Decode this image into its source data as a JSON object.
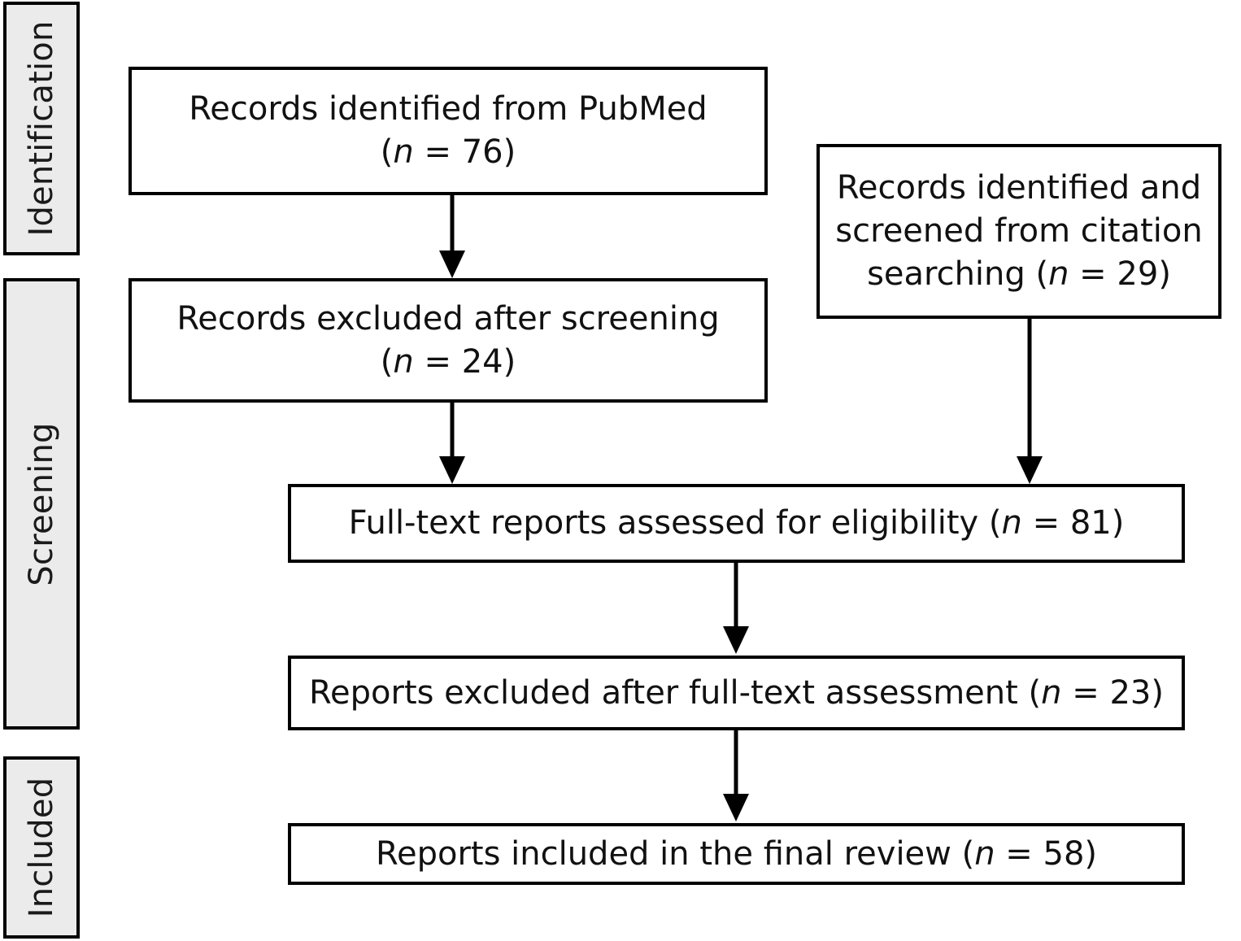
{
  "diagram": {
    "title": "PRISMA flow diagram",
    "type": "flowchart",
    "background_color": "#ffffff",
    "line_color": "#000000",
    "band_fill_color": "#ebebeb"
  },
  "stages": [
    {
      "id": "identification",
      "label": "Identification"
    },
    {
      "id": "screening",
      "label": "Screening"
    },
    {
      "id": "included",
      "label": "Included"
    }
  ],
  "boxes": [
    {
      "id": "records-identified-pubmed",
      "line1": "Records identified from PubMed",
      "line2_prefix": "(",
      "line2_italic": "n",
      "line2_suffix": " = 76)",
      "count": 76
    },
    {
      "id": "records-excluded-screening",
      "line1": "Records excluded after screening",
      "line2_prefix": "(",
      "line2_italic": "n",
      "line2_suffix": " = 24)",
      "count": 24
    },
    {
      "id": "records-citation-searching",
      "line1": "Records identified and",
      "line2": "screened from citation",
      "line3_prefix": "searching (",
      "line3_italic": "n",
      "line3_suffix": " = 29)",
      "count": 29
    },
    {
      "id": "fulltext-assessed",
      "text_prefix": "Full-text reports assessed for eligibility (",
      "text_italic": "n",
      "text_suffix": " = 81)",
      "count": 81
    },
    {
      "id": "reports-excluded-fulltext",
      "text_prefix": "Reports excluded after full-text assessment (",
      "text_italic": "n",
      "text_suffix": " = 23)",
      "count": 23
    },
    {
      "id": "reports-included-final",
      "text_prefix": "Reports included in the final review (",
      "text_italic": "n",
      "text_suffix": " = 58)",
      "count": 58
    }
  ],
  "connectors": [
    {
      "id": "pubmed-to-excluded",
      "from": "records-identified-pubmed",
      "to": "records-excluded-screening"
    },
    {
      "id": "excluded-to-fulltext",
      "from": "records-excluded-screening",
      "to": "fulltext-assessed"
    },
    {
      "id": "citation-to-fulltext",
      "from": "records-citation-searching",
      "to": "fulltext-assessed"
    },
    {
      "id": "fulltext-to-excluded",
      "from": "fulltext-assessed",
      "to": "reports-excluded-fulltext"
    },
    {
      "id": "excluded-to-included",
      "from": "reports-excluded-fulltext",
      "to": "reports-included-final"
    }
  ]
}
